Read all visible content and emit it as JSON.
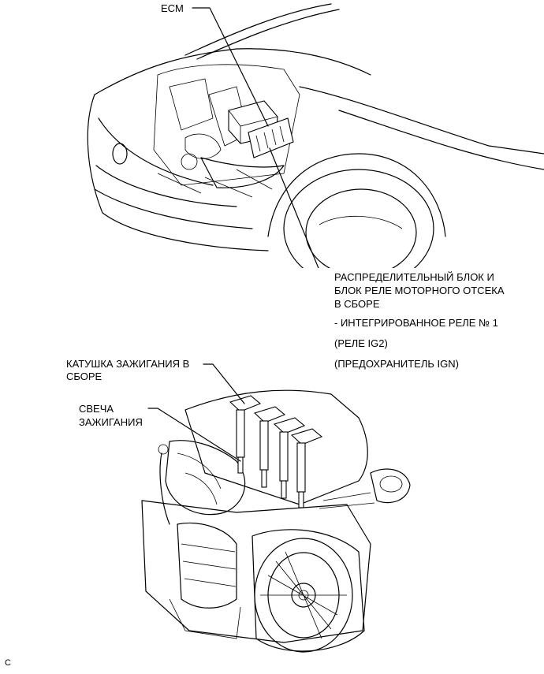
{
  "labels": {
    "ecm": "ECM",
    "junction_block_line1": "РАСПРЕДЕЛИТЕЛЬНЫЙ БЛОК И",
    "junction_block_line2": "БЛОК РЕЛЕ МОТОРНОГО ОТСЕКА",
    "junction_block_line3": "В СБОРЕ",
    "integrated_relay": "- ИНТЕГРИРОВАННОЕ РЕЛЕ № 1",
    "relay_ig2": "(РЕЛЕ IG2)",
    "fuse_ign": "(ПРЕДОХРАНИТЕЛЬ IGN)",
    "ignition_coil_line1": "КАТУШКА ЗАЖИГАНИЯ В",
    "ignition_coil_line2": "СБОРЕ",
    "spark_plug_line1": "СВЕЧА",
    "spark_plug_line2": "ЗАЖИГАНИЯ",
    "corner_mark": "C"
  }
}
